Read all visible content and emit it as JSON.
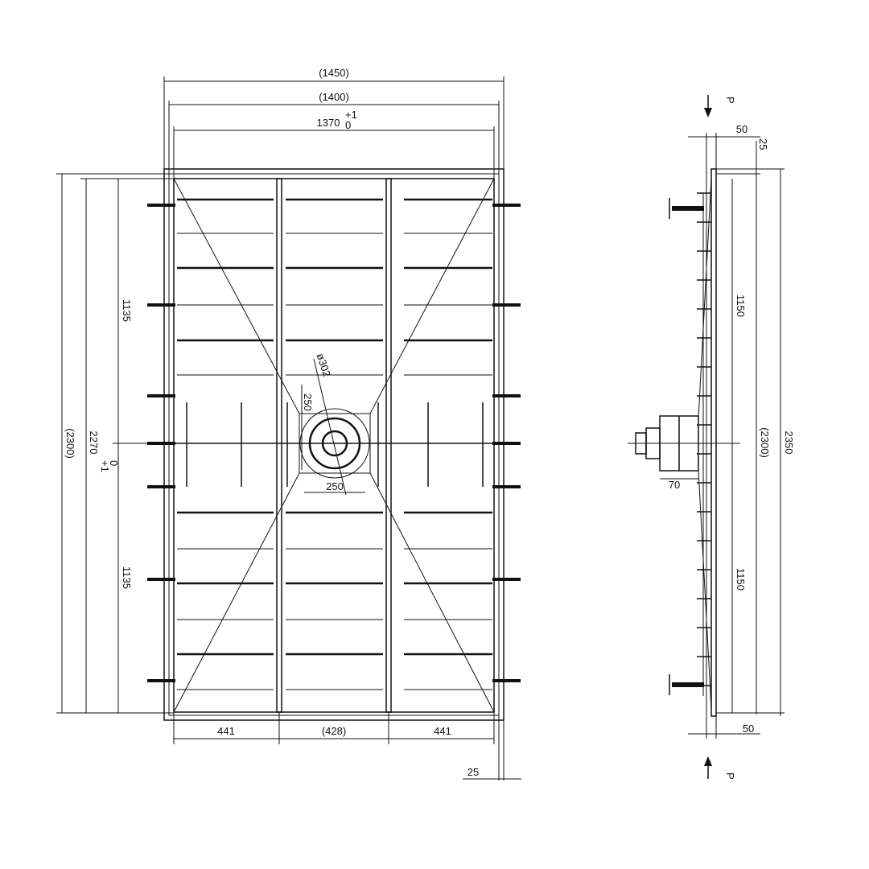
{
  "plan_view": {
    "dim_overall_width": "(1450)",
    "dim_frame_width": "(1400)",
    "dim_inner_width": "1370",
    "dim_inner_width_tol_upper": "+1",
    "dim_inner_width_tol_lower": "0",
    "dim_overall_height": "(2300)",
    "dim_inner_height": "2270",
    "dim_inner_height_tol_upper": "+1",
    "dim_inner_height_tol_lower": "0",
    "dim_upper_half": "1135",
    "dim_lower_half": "1135",
    "dim_drain_diameter": "ø302",
    "dim_drain_box_height": "250",
    "dim_drain_box_width": "250",
    "dim_bay_left": "441",
    "dim_bay_center": "(428)",
    "dim_bay_right": "441",
    "dim_edge_offset": "25"
  },
  "side_view": {
    "section_label_top": "P",
    "section_label_bottom": "P",
    "dim_top_thickness": "50",
    "dim_top_offset": "25",
    "dim_upper": "1150",
    "dim_lower": "1150",
    "dim_height": "(2300)",
    "dim_overall": "2350",
    "dim_drain_projection": "70",
    "dim_bottom_thickness": "50"
  }
}
